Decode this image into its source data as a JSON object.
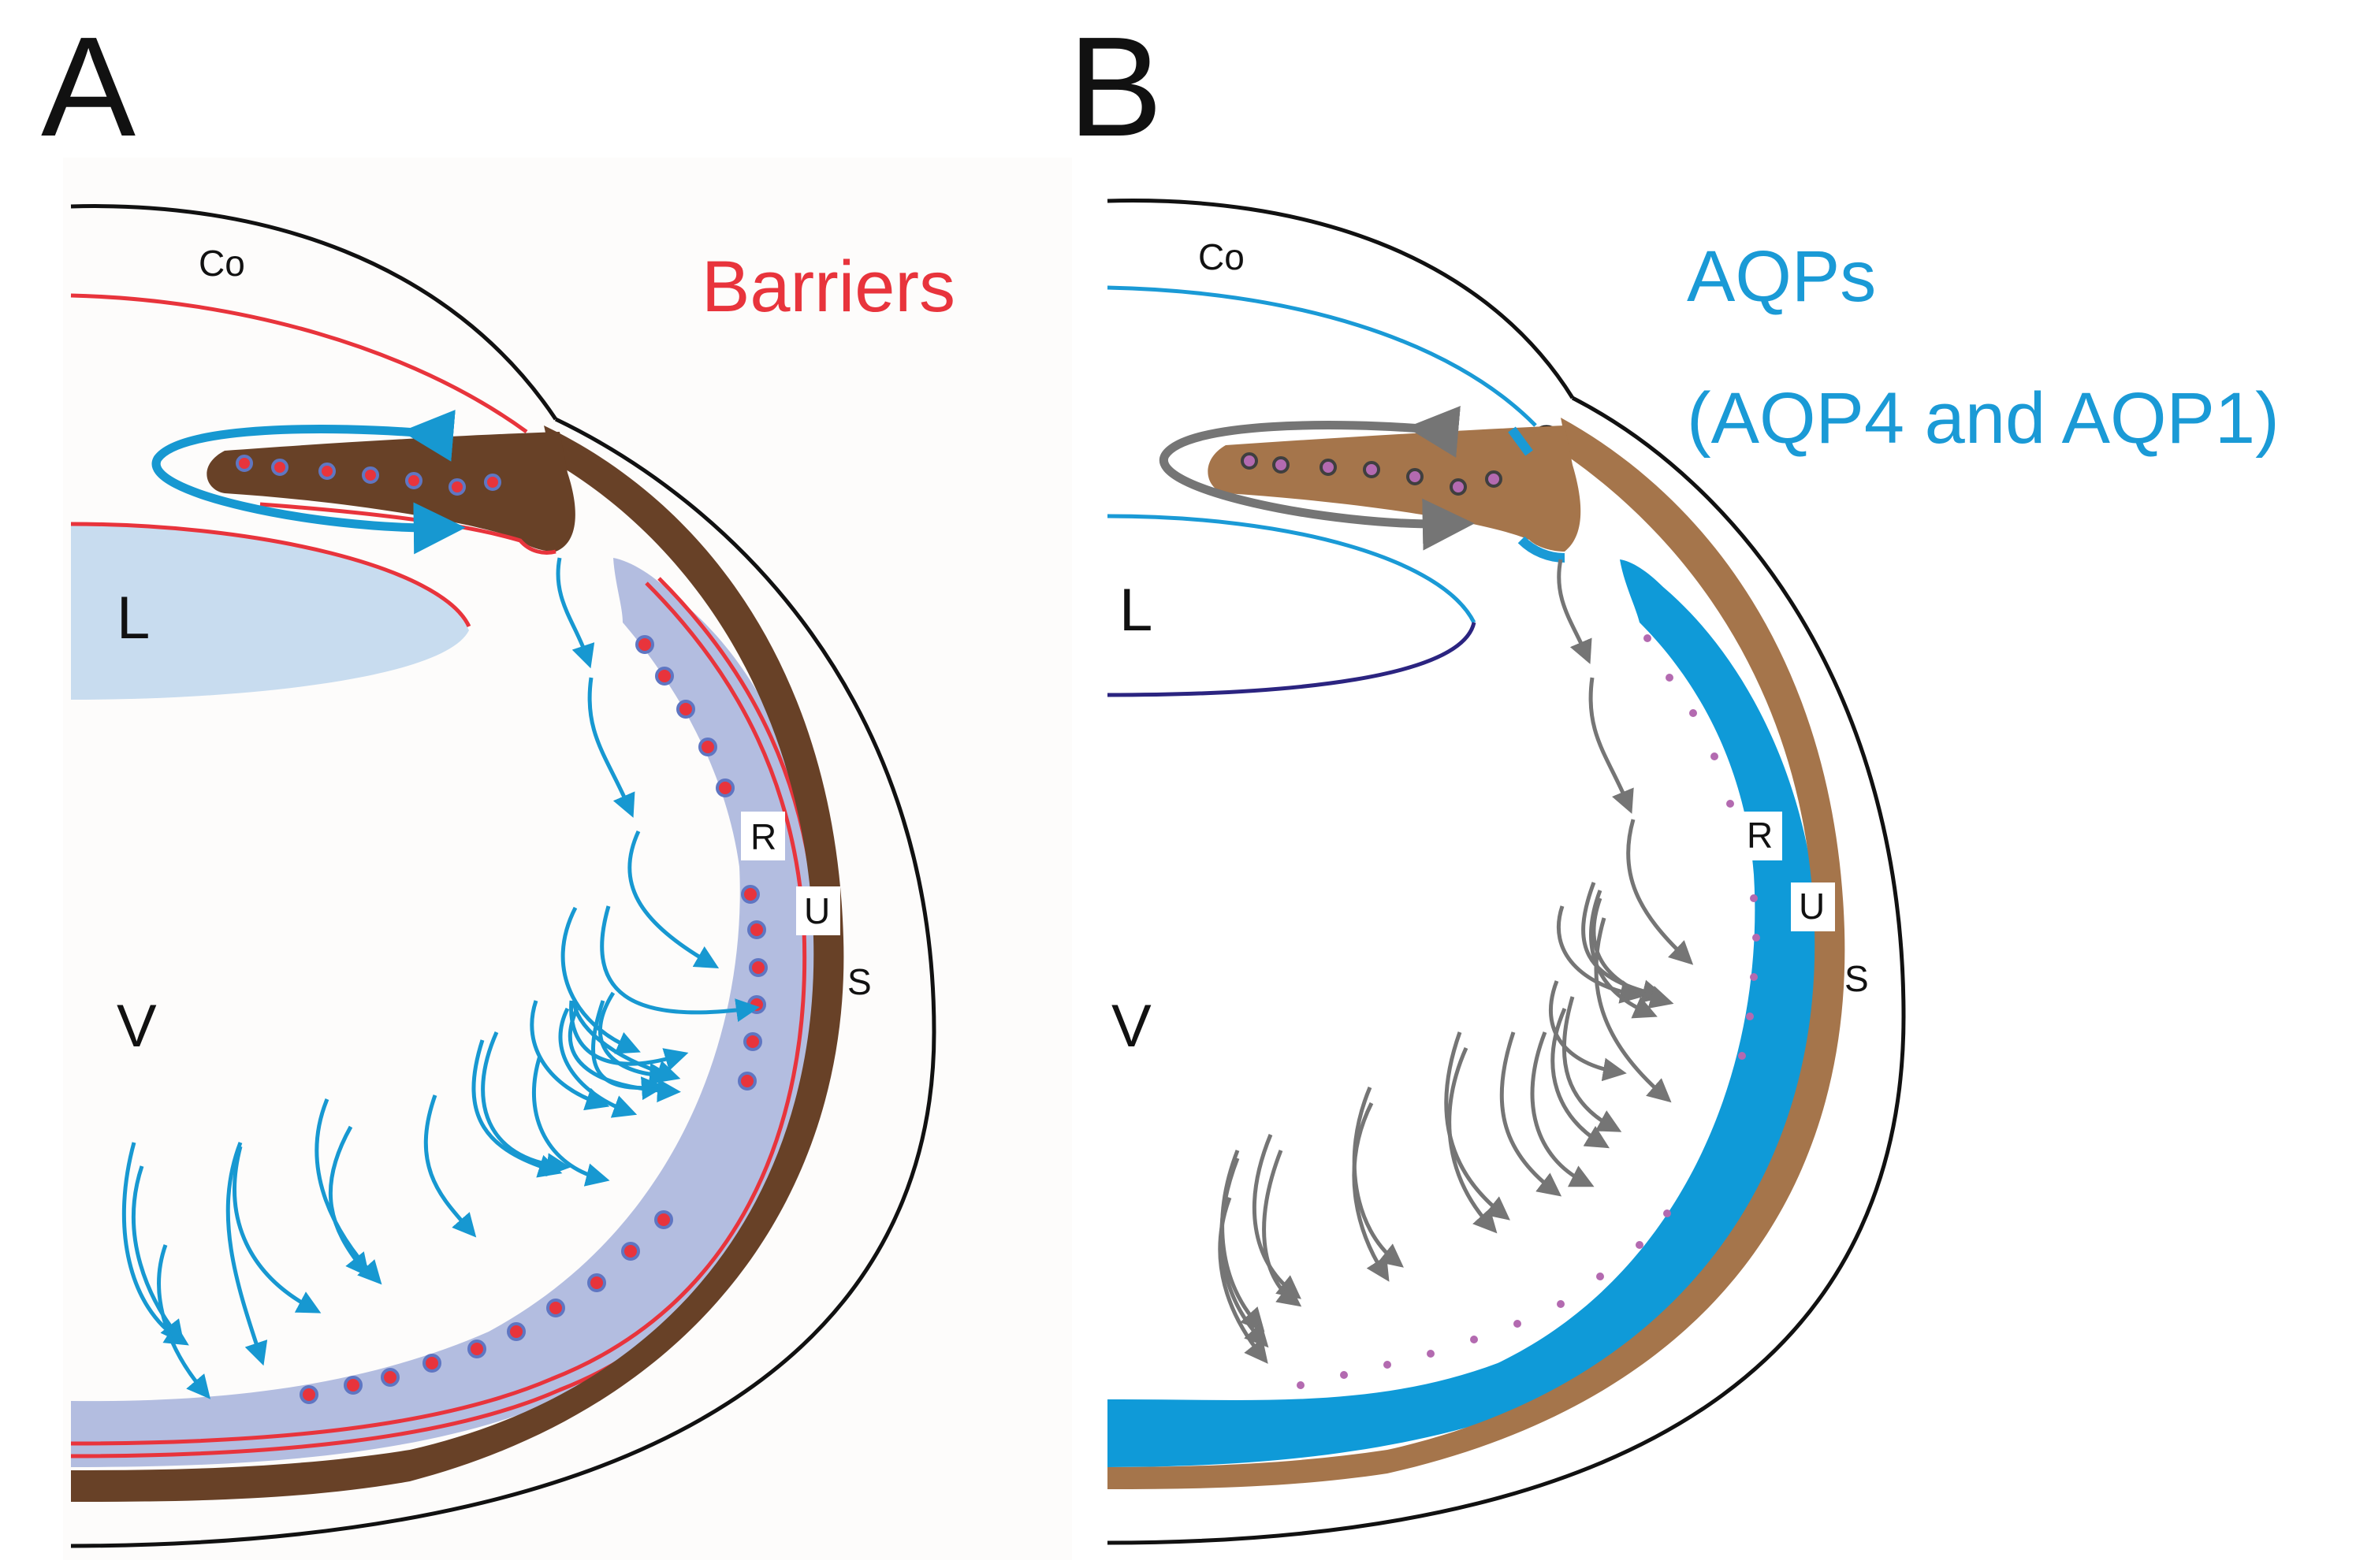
{
  "panels": [
    {
      "letter": "A",
      "legend": "Barriers",
      "legend_color": "#e8343c",
      "labels": {
        "co": "Co",
        "l": "L",
        "v": "V",
        "r": "R",
        "u": "U",
        "s": "S"
      },
      "colors": {
        "layer_fill": "#b3bde0",
        "rpe_band": "#684127",
        "barrier_line": "#e8343c",
        "flow_arrow": "#1798d1",
        "dot_fill": "#e8343c",
        "dot_stroke": "#5f76c2",
        "lens_fill": "#c8dcef"
      }
    },
    {
      "letter": "B",
      "legend_line1": "AQPs",
      "legend_line2": "(AQP4 and AQP1)",
      "legend_color": "#1a9ad6",
      "labels": {
        "co": "Co",
        "l": "L",
        "v": "V",
        "r": "R",
        "u": "U",
        "s": "S"
      },
      "colors": {
        "layer_fill": "#0f9ad8",
        "rpe_band": "#a5754b",
        "aqp_line": "#1a9ad6",
        "flow_arrow": "#757575",
        "dot_fill": "#b36ab0",
        "dot_stroke": "#3f3f3f",
        "lens_line": "#2b2480"
      }
    }
  ]
}
